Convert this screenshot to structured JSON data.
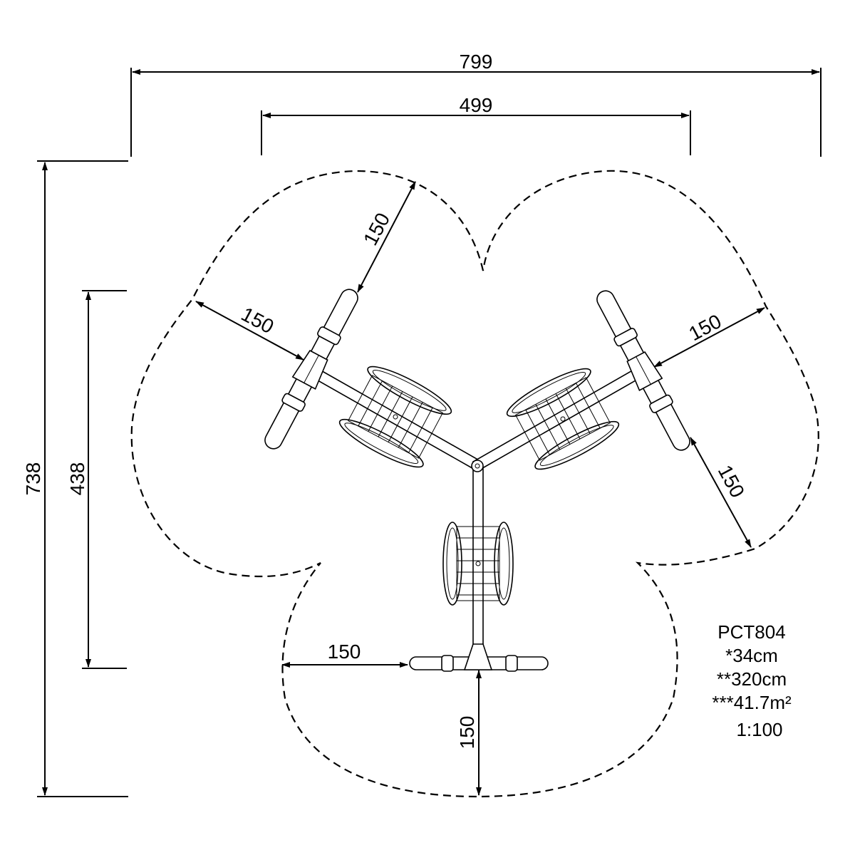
{
  "dimensions": {
    "overall_width": "799",
    "inner_width": "499",
    "overall_depth": "738",
    "inner_depth": "438",
    "clearance_left_upper": "150",
    "clearance_left_side": "150",
    "clearance_right_upper": "150",
    "clearance_right_lower": "150",
    "clearance_bottom_side": "150",
    "clearance_bottom_down": "150"
  },
  "product_info": {
    "code": "PCT804",
    "line_1": "*34cm",
    "line_2": "**320cm",
    "line_3": "***41.7m²",
    "scale": "1:100"
  },
  "colors": {
    "ink": "#000000",
    "paper": "#ffffff"
  }
}
